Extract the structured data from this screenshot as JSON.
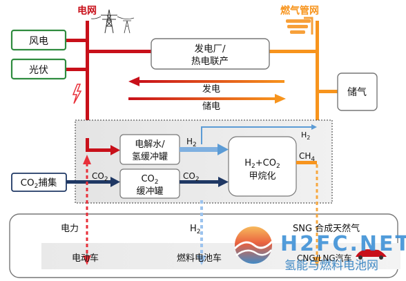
{
  "header": {
    "grid_label": "电网",
    "gas_label": "燃气管网"
  },
  "sources": {
    "wind": "风电",
    "solar": "光伏",
    "co2_capture": {
      "main": "CO",
      "sub": "2",
      "suffix": "捕集"
    }
  },
  "plant": {
    "line1": "发电厂/",
    "line2": "热电联产"
  },
  "storage": {
    "label": "储气"
  },
  "flows": {
    "generate": "发电",
    "store": "储电"
  },
  "units": {
    "electrolysis": {
      "line1": "电解水/",
      "line2": "氢缓冲罐"
    },
    "co2_buffer": {
      "line1_main": "CO",
      "line1_sub": "2",
      "line2": "缓冲罐"
    },
    "methanation": {
      "h": "H",
      "h_sub": "2",
      "plus": "+CO",
      "co_sub": "2",
      "line2": "甲烷化"
    }
  },
  "arrow_labels": {
    "h2_top": {
      "main": "H",
      "sub": "2"
    },
    "h2_mid": {
      "main": "H",
      "sub": "2"
    },
    "co2_left": {
      "main": "CO",
      "sub": "2"
    },
    "co2_right": {
      "main": "CO",
      "sub": "2"
    },
    "ch4": {
      "main": "CH",
      "sub": "4"
    }
  },
  "bottom": {
    "power": "电力",
    "h2": {
      "main": "H",
      "sub": "2"
    },
    "sng_label": "SNG  合成天然气",
    "ev": "电动车",
    "fcv": "燃料电池车",
    "cng": "CNG/LNG汽车"
  },
  "watermark": {
    "logo": "H2FC.NET",
    "caption": "氢能与燃料电池网"
  },
  "colors": {
    "grid_red": "#c8101a",
    "gas_orange": "#f7941d",
    "green_border": "#2e8b3e",
    "navy": "#1f3864",
    "light_blue": "#5b9bd5",
    "panel_gray": "#e6e6e6",
    "dash_red": "#e8303a",
    "dash_blue": "#9cc3ee",
    "dash_orange": "#f7a840"
  }
}
